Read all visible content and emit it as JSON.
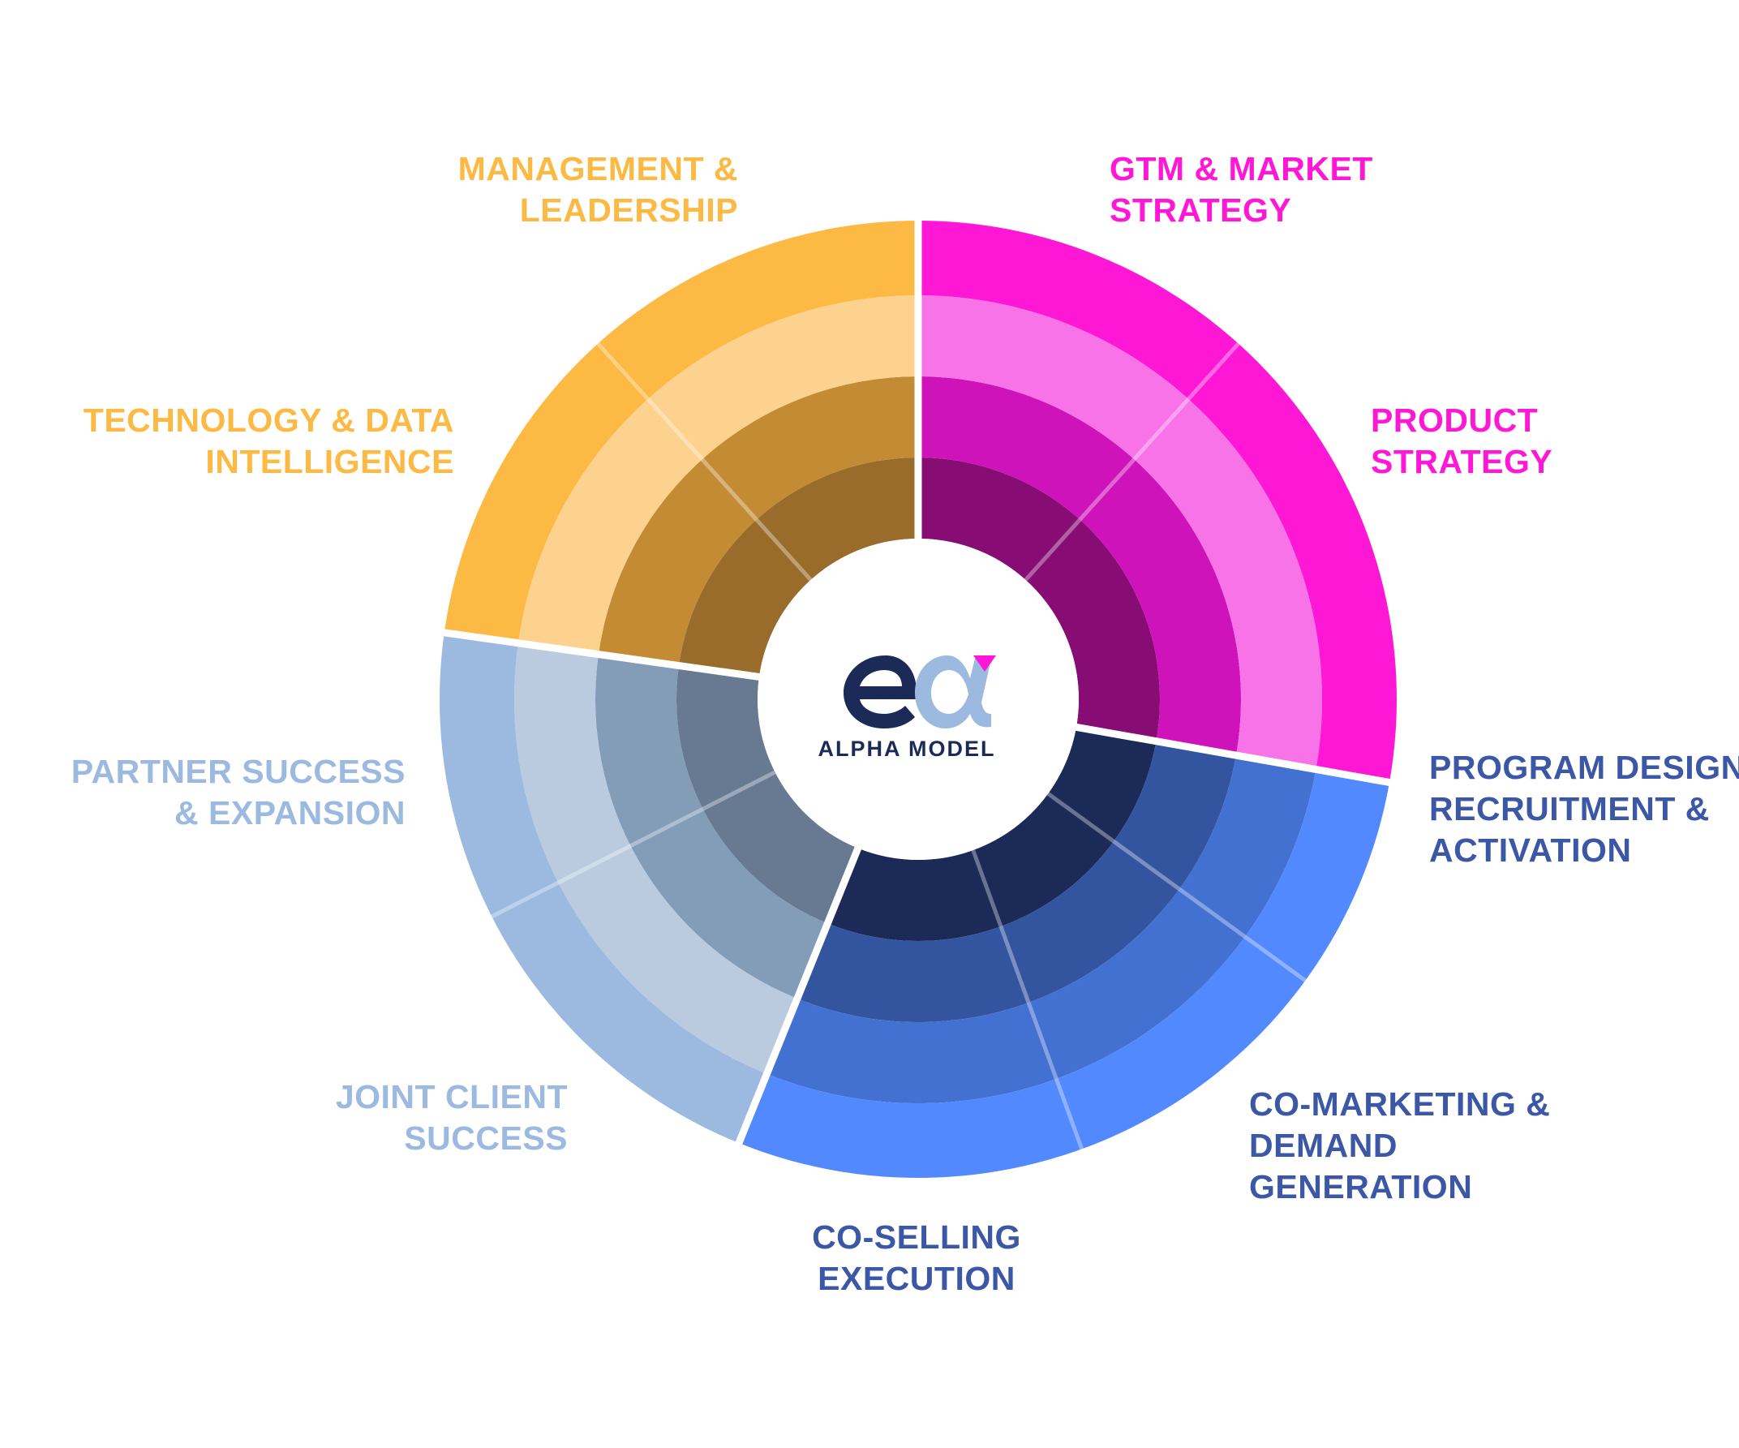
{
  "center": {
    "logo_name": "alpha-model-logo",
    "title": "ALPHA MODEL"
  },
  "groups": [
    {
      "name": "gtm-product",
      "color": "#ff17d6",
      "ring_colors": [
        "#870c74",
        "#ce13ba",
        "#f873e8",
        "#ff17d6"
      ],
      "sectors": [
        {
          "label_lines": [
            "GTM & MARKET",
            "STRATEGY"
          ]
        },
        {
          "label_lines": [
            "PRODUCT",
            "STRATEGY"
          ]
        }
      ]
    },
    {
      "name": "program-comarketing-coselling",
      "color": "#3b57a6",
      "ring_colors": [
        "#1b2a57",
        "#33559f",
        "#4371d1",
        "#5289ff"
      ],
      "sectors": [
        {
          "label_lines": [
            "PROGRAM DESIGN",
            "RECRUITMENT &",
            "ACTIVATION"
          ]
        },
        {
          "label_lines": [
            "CO-MARKETING &",
            "DEMAND",
            "GENERATION"
          ]
        },
        {
          "label_lines": [
            "CO-SELLING",
            "EXECUTION"
          ]
        }
      ]
    },
    {
      "name": "partner-joint",
      "color": "#9cb9e0",
      "ring_colors": [
        "#677a92",
        "#839cb8",
        "#bbcbdf",
        "#9cb9e0"
      ],
      "sectors": [
        {
          "label_lines": [
            "JOINT CLIENT",
            "SUCCESS"
          ]
        },
        {
          "label_lines": [
            "PARTNER SUCCESS",
            "& EXPANSION"
          ]
        }
      ]
    },
    {
      "name": "technology-management",
      "color": "#fcb944",
      "ring_colors": [
        "#9a6c2b",
        "#c38c34",
        "#fdd28e",
        "#fcb944"
      ],
      "sectors": [
        {
          "label_lines": [
            "TECHNOLOGY & DATA",
            "INTELLIGENCE"
          ]
        },
        {
          "label_lines": [
            "MANAGEMENT &",
            "LEADERSHIP"
          ]
        }
      ]
    }
  ]
}
